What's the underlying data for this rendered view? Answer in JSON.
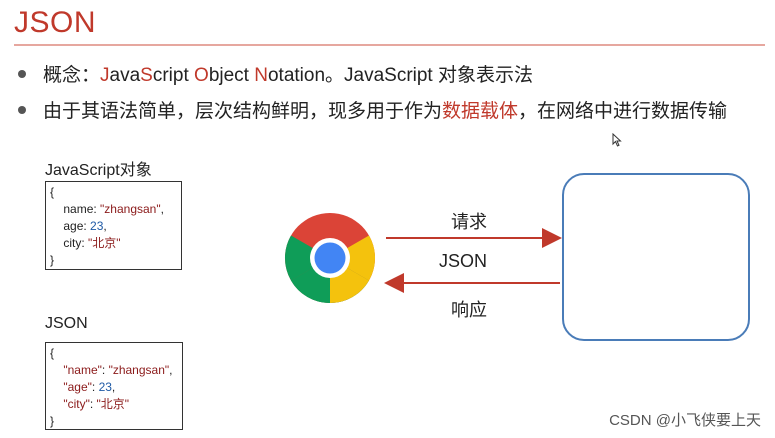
{
  "slide": {
    "title": "JSON",
    "bullet1": {
      "prefix": "概念：",
      "j": "J",
      "ava": "ava",
      "s": "S",
      "cript": "cript ",
      "o": "O",
      "bject": "bject ",
      "nn": "N",
      "otation": "otation。JavaScript 对象表示法"
    },
    "bullet2": {
      "pre": "由于其语法简单，层次结构鲜明，现多用于作为",
      "highlight": "数据载体",
      "post": "，在网络中进行数据传输"
    }
  },
  "js_object": {
    "caption": "JavaScript对象",
    "lines": [
      {
        "open": "{"
      },
      {
        "key": "name",
        "value": "\"zhangsan\"",
        "sep": ","
      },
      {
        "key": "age",
        "value": "23",
        "sep": ","
      },
      {
        "key": "city",
        "value": "\"北京\""
      },
      {
        "close": "}"
      }
    ]
  },
  "json_object": {
    "caption": "JSON",
    "lines": [
      {
        "open": "{"
      },
      {
        "key": "\"name\"",
        "value": "\"zhangsan\"",
        "sep": ","
      },
      {
        "key": "\"age\"",
        "value": "23",
        "sep": ","
      },
      {
        "key": "\"city\"",
        "value": "\"北京\""
      },
      {
        "close": "}"
      }
    ]
  },
  "diagram": {
    "request_label": "请求",
    "json_label": "JSON",
    "response_label": "响应",
    "arrow_color": "#c0392b",
    "server_border_color": "#4a7cb8"
  },
  "watermark": "CSDN @小飞侠要上天",
  "colors": {
    "title": "#c0392b",
    "highlight": "#c0392b",
    "string": "#8b1a1a",
    "number": "#1f5aa6"
  }
}
